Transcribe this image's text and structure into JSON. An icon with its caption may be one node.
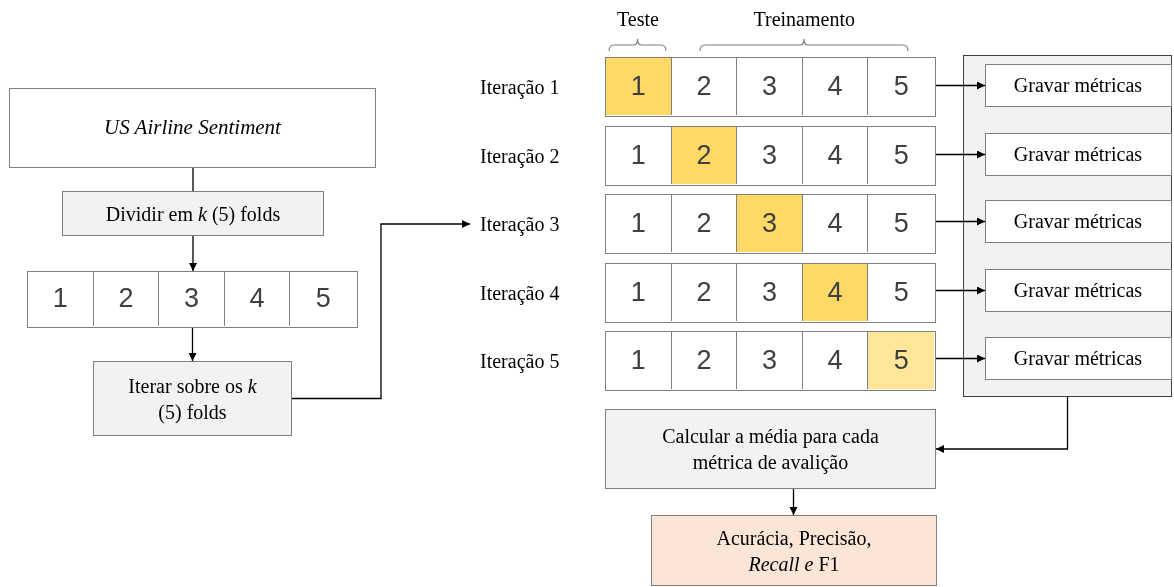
{
  "diagram": {
    "nodes": [
      {
        "text": [
          "US Airline Sentiment"
        ]
      },
      {
        "text": [
          "Dividir em *k* (5) folds"
        ]
      },
      {
        "text": [],
        "shape": "box"
      },
      {
        "text": [
          "1"
        ],
        "in": 2
      },
      {
        "text": [
          "2"
        ],
        "in": 2
      },
      {
        "text": [
          "3"
        ],
        "in": 2
      },
      {
        "text": [
          "4"
        ],
        "in": 2
      },
      {
        "text": [
          "5"
        ],
        "in": 2
      },
      {
        "text": [
          "Iterar sobre os *k* (5) folds"
        ]
      },
      {
        "text": [
          "Iteração 1"
        ]
      },
      {
        "text": [],
        "shape": "box"
      },
      {
        "text": [
          "1"
        ],
        "in": 10
      },
      {
        "text": [
          "2"
        ],
        "in": 10
      },
      {
        "text": [
          "3"
        ],
        "in": 10
      },
      {
        "text": [
          "4"
        ],
        "in": 10
      },
      {
        "text": [
          "5"
        ],
        "in": 10
      },
      {
        "text": [
          "Iteração 2"
        ]
      },
      {
        "text": [],
        "shape": "box"
      },
      {
        "text": [
          "1"
        ],
        "in": 17
      },
      {
        "text": [
          "2"
        ],
        "in": 17
      },
      {
        "text": [
          "3"
        ],
        "in": 17
      },
      {
        "text": [
          "4"
        ],
        "in": 17
      },
      {
        "text": [
          "5"
        ],
        "in": 17
      },
      {
        "text": [
          "Iteração 3"
        ]
      },
      {
        "text": [],
        "shape": "box"
      },
      {
        "text": [
          "1"
        ],
        "in": 24
      },
      {
        "text": [
          "2"
        ],
        "in": 24
      },
      {
        "text": [
          "3"
        ],
        "in": 24
      },
      {
        "text": [
          "4"
        ],
        "in": 24
      },
      {
        "text": [
          "5"
        ],
        "in": 24
      },
      {
        "text": [
          "Iteração 4"
        ]
      },
      {
        "text": [],
        "shape": "box"
      },
      {
        "text": [
          "1"
        ],
        "in": 31
      },
      {
        "text": [
          "2"
        ],
        "in": 31
      },
      {
        "text": [
          "3"
        ],
        "in": 31
      },
      {
        "text": [
          "4"
        ],
        "in": 31
      },
      {
        "text": [
          "5"
        ],
        "in": 31
      },
      {
        "text": [
          "Iteração 5"
        ]
      },
      {
        "text": [],
        "shape": "box"
      },
      {
        "text": [
          "1"
        ],
        "in": 38
      },
      {
        "text": [
          "2"
        ],
        "in": 38
      },
      {
        "text": [
          "3"
        ],
        "in": 38
      },
      {
        "text": [
          "4"
        ],
        "in": 38
      },
      {
        "text": [
          "5"
        ],
        "in": 38
      },
      {
        "text": [],
        "shape": "box"
      },
      {
        "text": [
          "Gravar métricas"
        ],
        "in": 44
      },
      {
        "text": [
          "Gravar métricas"
        ],
        "in": 44
      },
      {
        "text": [
          "Gravar métricas"
        ],
        "in": 44
      },
      {
        "text": [
          "Gravar métricas"
        ],
        "in": 44
      },
      {
        "text": [
          "Gravar métricas"
        ],
        "in": 44
      },
      {
        "text": [
          "Calcular a média para cada métrica de avalição"
        ]
      },
      {
        "text": [
          "Acurácia, Precisão, *Recall e* F1"
        ]
      }
    ],
    "edges": [
      {
        "from": 0,
        "to": 1,
        "arrow": "none"
      },
      {
        "from": 1,
        "to": 2,
        "arrow": "to"
      },
      {
        "from": 2,
        "to": 8,
        "arrow": "to"
      },
      {
        "from": 8,
        "to": 23,
        "arrow": "to"
      },
      {
        "from": 10,
        "to": 45,
        "arrow": "to"
      },
      {
        "from": 17,
        "to": 46,
        "arrow": "to"
      },
      {
        "from": 24,
        "to": 47,
        "arrow": "to"
      },
      {
        "from": 31,
        "to": 48,
        "arrow": "to"
      },
      {
        "from": 38,
        "to": 49,
        "arrow": "to"
      },
      {
        "from": 44,
        "to": 50,
        "arrow": "to"
      },
      {
        "from": 50,
        "to": 51,
        "arrow": "to"
      }
    ],
    "labels": [
      "Teste",
      "Treinamento"
    ]
  }
}
